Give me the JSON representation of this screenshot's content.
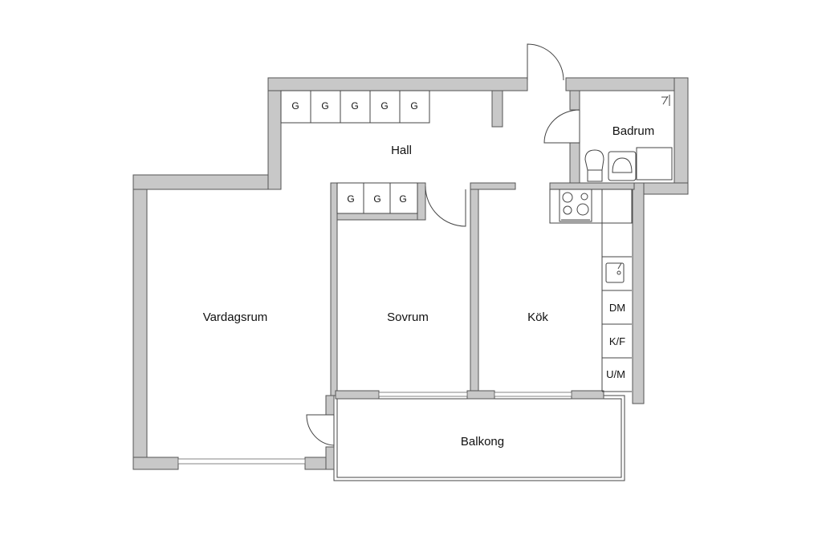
{
  "rooms": {
    "hall": "Hall",
    "badrum": "Badrum",
    "vardagsrum": "Vardagsrum",
    "sovrum": "Sovrum",
    "kok": "Kök",
    "balkong": "Balkong"
  },
  "hall_closets": [
    "G",
    "G",
    "G",
    "G",
    "G"
  ],
  "sovrum_closets": [
    "G",
    "G",
    "G"
  ],
  "kitchen_appliances": {
    "dishwasher": "DM",
    "fridge_freezer": "K/F",
    "oven_microwave": "U/M"
  },
  "colors": {
    "wall": "#c8c8c8",
    "line": "#444444"
  }
}
